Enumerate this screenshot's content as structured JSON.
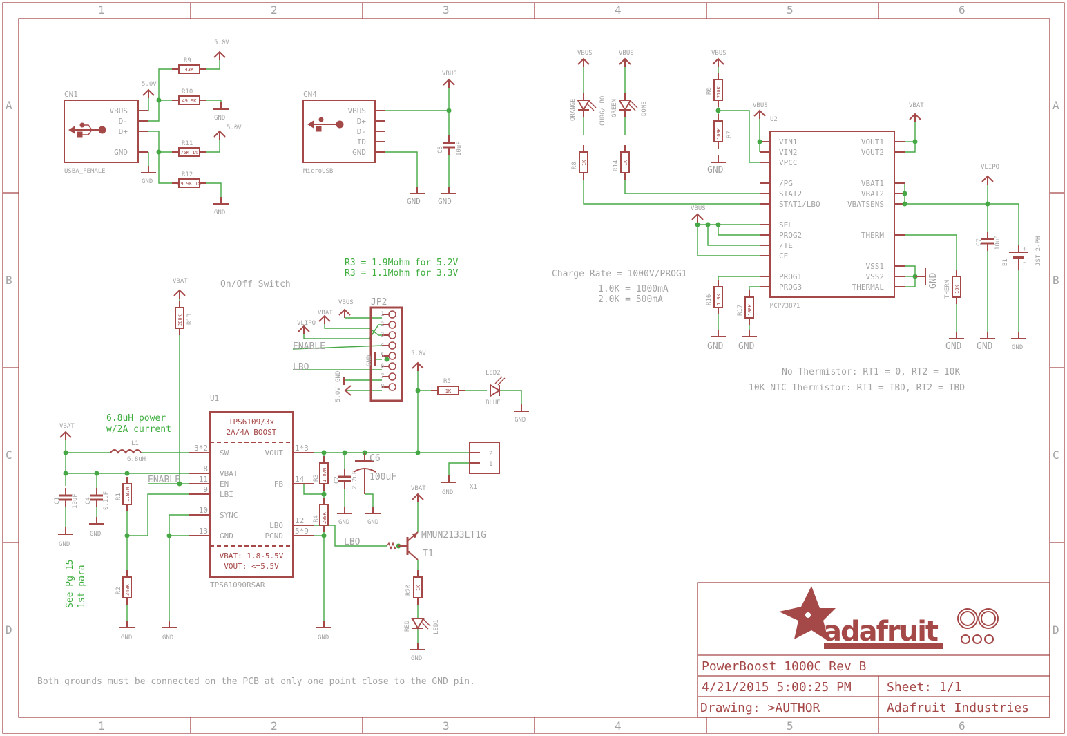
{
  "frame": {
    "columns": [
      "1",
      "2",
      "3",
      "4",
      "5",
      "6"
    ],
    "rows": [
      "A",
      "B",
      "C",
      "D"
    ]
  },
  "colors": {
    "symbol": "#a54848",
    "wire": "#45a845",
    "text": "#a3a3a3",
    "note": "#3fae3f"
  },
  "usb_a": {
    "ref": "CN1",
    "name": "USBA_FEMALE",
    "pins": [
      "VBUS",
      "D-",
      "D+",
      "GND"
    ],
    "r9": {
      "ref": "R9",
      "value": "43K"
    },
    "r10": {
      "ref": "R10",
      "value": "49.9K"
    },
    "r11": {
      "ref": "R11",
      "value": "75K 1%"
    },
    "r12": {
      "ref": "R12",
      "value": "49.9K 1%"
    },
    "v5": "5.0V",
    "gnd": "GND"
  },
  "micro_usb": {
    "ref": "CN4",
    "name": "MicroUSB",
    "pins": [
      "VBUS",
      "D+",
      "D-",
      "ID",
      "GND"
    ],
    "c8": {
      "ref": "C8",
      "value": "10uF"
    },
    "vbus": "VBUS",
    "gnd": "GND"
  },
  "charger": {
    "ref": "U2",
    "name": "MCP73871",
    "left_pins": [
      "VIN1",
      "VIN2",
      "VPCC",
      "/PG",
      "STAT2",
      "STAT1/LBO",
      "SEL",
      "PROG2",
      "/TE",
      "CE",
      "PROG1",
      "PROG3"
    ],
    "right_pins": [
      "VOUT1",
      "VOUT2",
      "VBAT1",
      "VBAT2",
      "VBATSENS",
      "THERM",
      "VSS1",
      "VSS2",
      "THERMAL"
    ],
    "led_orange": {
      "color": "ORANGE",
      "label": "CHRG/LBO"
    },
    "led_green": {
      "color": "GREEN",
      "label": "DONE"
    },
    "r8": {
      "ref": "R8",
      "value": "1K"
    },
    "r14": {
      "ref": "R14",
      "value": "1K"
    },
    "r6": {
      "ref": "R6",
      "value": "270K"
    },
    "r7": {
      "ref": "R7",
      "value": "100K"
    },
    "r16": {
      "ref": "R16",
      "value": "1.0K"
    },
    "r17": {
      "ref": "R17",
      "value": "100K"
    },
    "therm": {
      "ref": "THERM",
      "value": "10K"
    },
    "c7": {
      "ref": "C7",
      "value": "10uF"
    },
    "battery": {
      "ref": "B1",
      "name": "JST 2-PH",
      "plus": "+",
      "minus": "-"
    },
    "vbus": "VBUS",
    "vbat": "VBAT",
    "vlipo": "VLIPO",
    "gnd": "GND"
  },
  "notes": {
    "charge_rate": "Charge Rate = 1000V/PROG1",
    "rate1": "1.0K = 1000mA",
    "rate2": "2.0K = 500mA",
    "no_therm": "No Thermistor: RT1 = 0, RT2 = 10K",
    "ntc_therm": "10K NTC Thermistor: RT1 = TBD, RT2 = TBD",
    "r3_a": "R3 = 1.9Mohm for 5.2V",
    "r3_b": "R3 = 1.1Mohm for 3.3V",
    "switch": "On/Off Switch",
    "inductor_a": "6.8uH power",
    "inductor_b": "w/2A current",
    "see_pg": "See Pg 15",
    "see_para": "1st para",
    "grounds": "Both grounds must be connected on the PCB at only one point close to the GND pin."
  },
  "jumper": {
    "ref": "JP2",
    "pins": [
      "1",
      "2",
      "3",
      "4",
      "5",
      "6",
      "7",
      "8"
    ],
    "vbus": "VBUS",
    "vbat": "VBAT",
    "vlipo": "VLIPO",
    "enable": "ENABLE",
    "lbo": "LBO",
    "gnd": "GND",
    "v5": "5.0V"
  },
  "boost": {
    "ref": "U1",
    "name": "TPS61090RSAR",
    "title1": "TPS6109/3x",
    "title2": "2A/4A BOOST",
    "spec1": "VBAT: 1.8-5.5V",
    "spec2": "VOUT: <=5.5V",
    "left_pins": [
      "SW",
      "VBAT",
      "EN",
      "LBI",
      "SYNC",
      "GND"
    ],
    "left_nums": [
      "3*2",
      "8",
      "11",
      "9",
      "10",
      "13"
    ],
    "right_pins": [
      "VOUT",
      "FB",
      "LBO",
      "PGND"
    ],
    "right_nums": [
      "1*3",
      "14",
      "12",
      "5*9"
    ],
    "l1": {
      "ref": "L1",
      "value": "6.8uH"
    },
    "c1": {
      "ref": "C1",
      "value": "10uF"
    },
    "c4": {
      "ref": "C4",
      "value": "0.1uF"
    },
    "r1": {
      "ref": "R1",
      "value": "1.87M"
    },
    "r2": {
      "ref": "R2",
      "value": "340K"
    },
    "r13": {
      "ref": "R13",
      "value": "200K"
    },
    "r3": {
      "ref": "R3",
      "value": "1.07M"
    },
    "r4": {
      "ref": "R4",
      "value": "200K"
    },
    "c2": {
      "ref": "C2",
      "value": "2.2uF"
    },
    "c6": {
      "ref": "C6",
      "value": "100uF"
    },
    "t1": {
      "ref": "T1",
      "part": "MMUN2133LT1G"
    },
    "r20": {
      "ref": "R20",
      "value": "1K"
    },
    "r5": {
      "ref": "R5",
      "value": "1K"
    },
    "led1": {
      "ref": "LED1",
      "color": "RED"
    },
    "led2": {
      "ref": "LED2",
      "color": "BLUE"
    },
    "x1": {
      "ref": "X1",
      "pins": [
        "2",
        "1"
      ]
    },
    "enable": "ENABLE",
    "lbo": "LBO",
    "vbat": "VBAT",
    "v5": "5.0V",
    "gnd": "GND"
  },
  "title_block": {
    "logo_text": "adafruit",
    "title": "PowerBoost 1000C Rev B",
    "date": "4/21/2015 5:00:25 PM",
    "sheet": "Sheet: 1/1",
    "drawing": "Drawing: >AUTHOR",
    "company": "Adafruit Industries"
  }
}
